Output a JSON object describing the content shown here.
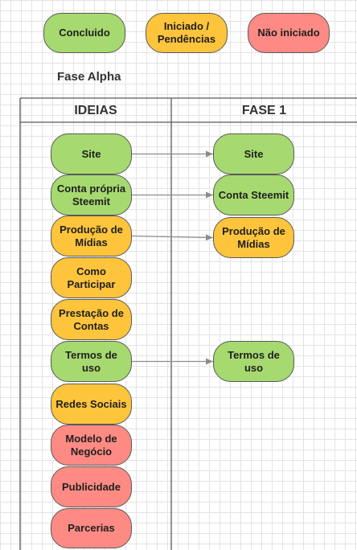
{
  "legend": {
    "done": "Concluido",
    "in_progress": "Iniciado /\nPendências",
    "not_started": "Não iniciado"
  },
  "title": "Fase Alpha",
  "lanes": {
    "ideas": "IDEIAS",
    "phase1": "FASE 1"
  },
  "ideas": [
    {
      "label": "Site",
      "status": "done"
    },
    {
      "label": "Conta própria\nSteemit",
      "status": "done"
    },
    {
      "label": "Produção de\nMídias",
      "status": "in_progress"
    },
    {
      "label": "Como\nParticipar",
      "status": "in_progress"
    },
    {
      "label": "Prestação de\nContas",
      "status": "in_progress"
    },
    {
      "label": "Termos de uso",
      "status": "done"
    },
    {
      "label": "Redes Sociais",
      "status": "in_progress"
    },
    {
      "label": "Modelo de\nNegócio",
      "status": "not_started"
    },
    {
      "label": "Publicidade",
      "status": "not_started"
    },
    {
      "label": "Parcerias",
      "status": "not_started"
    }
  ],
  "phase1": [
    {
      "label": "Site",
      "status": "done"
    },
    {
      "label": "Conta Steemit",
      "status": "done"
    },
    {
      "label": "Produção de\nMídias",
      "status": "in_progress"
    },
    {
      "label": "Termos de uso",
      "status": "done"
    }
  ],
  "colors": {
    "done": "#a6d96f",
    "in_progress": "#fdc43c",
    "not_started": "#fd8a83",
    "border": "#595959",
    "connector": "#8c8c8c"
  }
}
